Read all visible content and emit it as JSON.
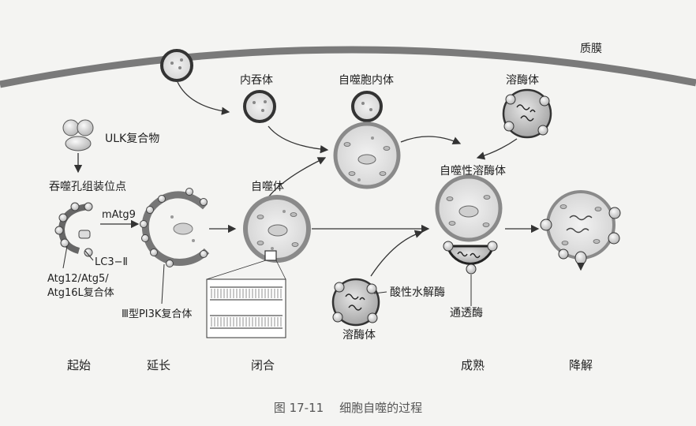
{
  "labels": {
    "plasma_membrane": "质膜",
    "endosome": "内吞体",
    "amphisome": "自噬胞内体",
    "lysosome_top": "溶酶体",
    "ulk_complex": "ULK复合物",
    "assembly_site": "吞噬孔组装位点",
    "matg9": "mAtg9",
    "lc3": "LC3−Ⅱ",
    "atg12": "Atg12/Atg5/",
    "atg16l": "Atg16L复合体",
    "pi3k": "Ⅲ型PI3K复合体",
    "autophagosome": "自噬体",
    "autolysosome": "自噬性溶酶体",
    "acid_hydrolase": "酸性水解酶",
    "lysosome_bottom": "溶酶体",
    "permease": "通透酶"
  },
  "stages": {
    "initiation": "起始",
    "elongation": "延长",
    "closure": "闭合",
    "maturation": "成熟",
    "degradation": "降解"
  },
  "caption": {
    "number": "图 17-11",
    "title": "细胞自噬的过程"
  }
}
